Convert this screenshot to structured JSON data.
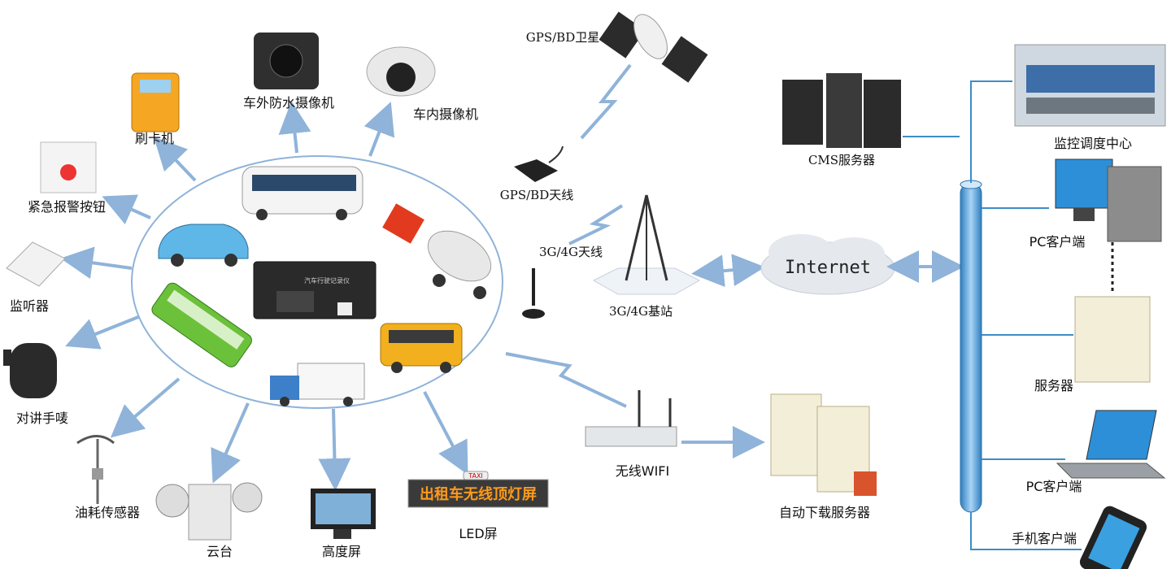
{
  "labels": {
    "card_reader": "刷卡机",
    "ext_camera": "车外防水摄像机",
    "int_camera": "车内摄像机",
    "emergency_button": "紧急报警按钮",
    "listener": "监听器",
    "intercom": "对讲手唛",
    "fuel_sensor": "油耗传感器",
    "ptz": "云台",
    "hd_screen": "高度屏",
    "led_screen": "LED屏",
    "gps_satellite": "GPS/BD卫星",
    "gps_antenna": "GPS/BD天线",
    "antenna_4g": "3G/4G天线",
    "base_station": "3G/4G基站",
    "wifi": "无线WIFI",
    "auto_download_server": "自动下载服务器",
    "internet": "Internet",
    "cms_server": "CMS服务器",
    "monitor_center": "监控调度中心",
    "pc_client_1": "PC客户端",
    "server": "服务器",
    "pc_client_2": "PC客户端",
    "mobile_client": "手机客户端",
    "led_sign_text": "出租车无线顶灯屏",
    "led_taxi_tag": "TAXI",
    "dvr_label": "汽车行驶记录仪"
  },
  "colors": {
    "arrow": "#8fb3d9",
    "bus_line": "#3c8dc7",
    "led_text": "#ff9a1a"
  }
}
